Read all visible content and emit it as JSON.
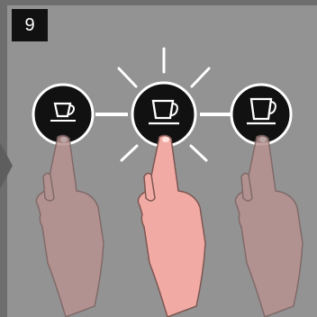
{
  "step": {
    "number": "9"
  },
  "buttons": [
    {
      "icon": "espresso-cup-icon",
      "state": "dimmed"
    },
    {
      "icon": "coffee-cup-icon",
      "state": "active"
    },
    {
      "icon": "large-cup-icon",
      "state": "dimmed"
    }
  ],
  "colors": {
    "background": "#939393",
    "button_ring": "#ffffff",
    "button_fill": "#111111",
    "connector": "#ffffff",
    "hand_active": "#f2aba4",
    "hand_dimmed": "#b89290"
  }
}
